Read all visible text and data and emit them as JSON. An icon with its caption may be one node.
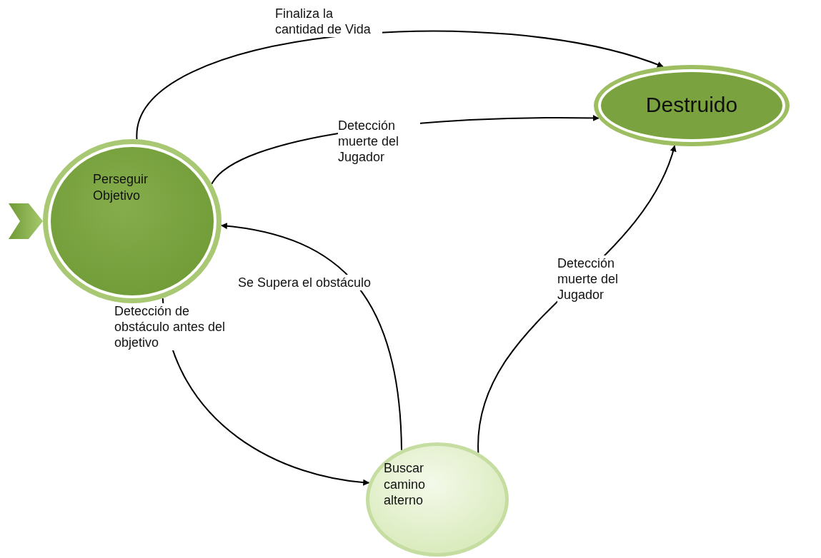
{
  "diagram": {
    "nodes": [
      {
        "text": [
          "Perseguir Objetivo"
        ]
      },
      {
        "text": [
          "Destruido"
        ]
      },
      {
        "text": [
          "Buscar camino alterno"
        ]
      }
    ],
    "edges": [
      {
        "from": 0,
        "to": 1,
        "arrow": "to",
        "label": "Finaliza la cantidad de Vida"
      },
      {
        "from": 0,
        "to": 1,
        "arrow": "to",
        "label": "Detección muerte del Jugador"
      },
      {
        "from": 0,
        "to": 2,
        "arrow": "to",
        "label": "Detección de obstáculo antes del objetivo"
      },
      {
        "from": 2,
        "to": 0,
        "arrow": "to",
        "label": "Se Supera el obstáculo"
      },
      {
        "from": 2,
        "to": 1,
        "arrow": "to",
        "label": "Detección muerte del Jugador"
      },
      {
        "from": null,
        "to": 0,
        "arrow": "to"
      }
    ]
  }
}
